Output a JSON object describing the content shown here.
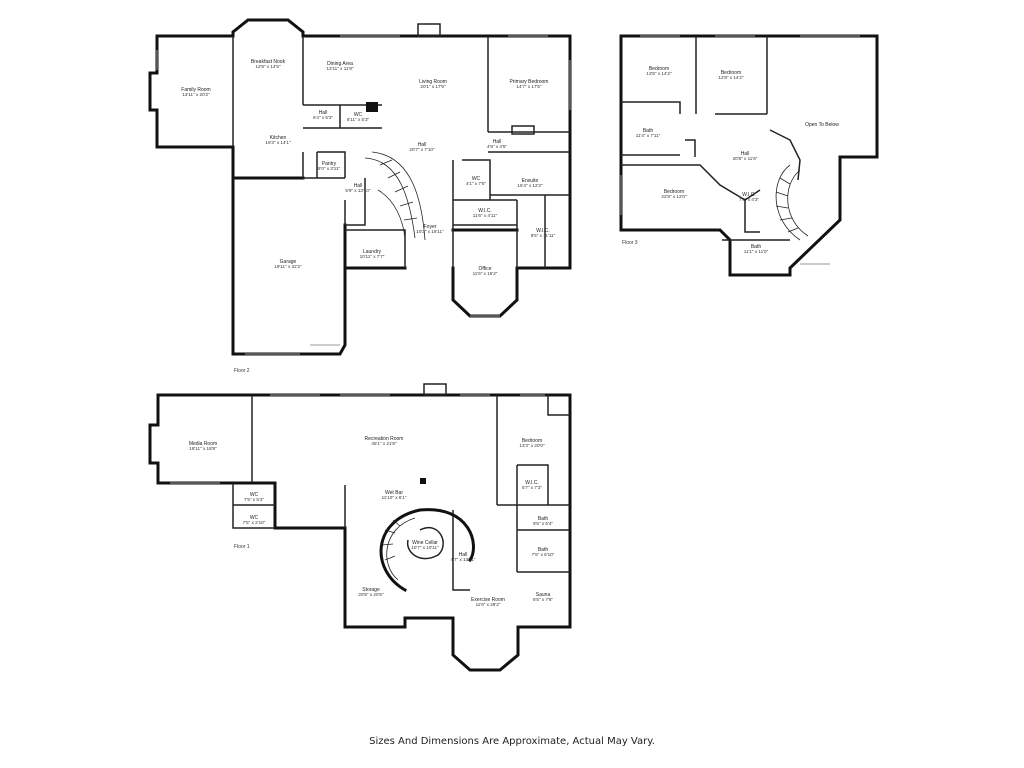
{
  "disclaimer": "Sizes And Dimensions Are Approximate, Actual May Vary.",
  "floors": {
    "floor2": {
      "label": "Floor 2",
      "rooms": {
        "family_room": {
          "name": "Family Room",
          "dims": "13'11\" x 20'2\""
        },
        "breakfast_nook": {
          "name": "Breakfast Nook",
          "dims": "12'8\" x 14'5\""
        },
        "dining_area": {
          "name": "Dining Area",
          "dims": "13'11\" x 11'9\""
        },
        "living_room": {
          "name": "Living Room",
          "dims": "20'1\" x 17'9\""
        },
        "primary_bedroom": {
          "name": "Primary Bedroom",
          "dims": "14'7\" x 17'5\""
        },
        "hall_a": {
          "name": "Hall",
          "dims": "6'4\" x 5'3\""
        },
        "wc_a": {
          "name": "WC",
          "dims": "6'11\" x 5'3\""
        },
        "kitchen": {
          "name": "Kitchen",
          "dims": "19'3\" x 14'1\""
        },
        "hall_b": {
          "name": "Hall",
          "dims": "20'7\" x 7'10\""
        },
        "hall_c": {
          "name": "Hall",
          "dims": "4'8\" x 4'5\""
        },
        "pantry": {
          "name": "Pantry",
          "dims": "5'0\" x 3'11\""
        },
        "wc_b": {
          "name": "WC",
          "dims": "4'1\" x 7'6\""
        },
        "ensuite": {
          "name": "Ensuite",
          "dims": "15'4\" x 12'3\""
        },
        "hall_d": {
          "name": "Hall",
          "dims": "5'9\" x 13'10\""
        },
        "wic_a": {
          "name": "W.I.C.",
          "dims": "11'6\" x 4'11\""
        },
        "foyer": {
          "name": "Foyer",
          "dims": "10'2\" x 16'11\""
        },
        "wic_b": {
          "name": "W.I.C.",
          "dims": "9'5\" x 11'11\""
        },
        "laundry": {
          "name": "Laundry",
          "dims": "10'11\" x 7'7\""
        },
        "garage": {
          "name": "Garage",
          "dims": "19'11\" x 32'2\""
        },
        "office": {
          "name": "Office",
          "dims": "11'6\" x 16'2\""
        }
      }
    },
    "floor3": {
      "label": "Floor 3",
      "rooms": {
        "bedroom_a": {
          "name": "Bedroom",
          "dims": "13'6\" x 14'2\""
        },
        "bedroom_b": {
          "name": "Bedroom",
          "dims": "12'8\" x 14'2\""
        },
        "open_to_below": {
          "name": "Open To Below",
          "dims": ""
        },
        "bath_a": {
          "name": "Bath",
          "dims": "11'4\" x 7'11\""
        },
        "hall": {
          "name": "Hall",
          "dims": "20'8\" x 11'6\""
        },
        "bedroom_c": {
          "name": "Bedroom",
          "dims": "22'8\" x 12'0\""
        },
        "wic": {
          "name": "W.I.C.",
          "dims": "7'0\" x 4'3\""
        },
        "bath_b": {
          "name": "Bath",
          "dims": "11'1\" x 11'0\""
        }
      }
    },
    "floor1": {
      "label": "Floor 1",
      "rooms": {
        "media_room": {
          "name": "Media Room",
          "dims": "18'11\" x 18'8\""
        },
        "recreation_room": {
          "name": "Recreation Room",
          "dims": "45'1\" x 21'8\""
        },
        "bedroom": {
          "name": "Bedroom",
          "dims": "13'3\" x 20'0\""
        },
        "wc_a": {
          "name": "WC",
          "dims": "7'5\" x 5'3\""
        },
        "wet_bar": {
          "name": "Wet Bar",
          "dims": "11'10\" x 6'1\""
        },
        "wic": {
          "name": "W.I.C.",
          "dims": "5'7\" x 7'3\""
        },
        "wc_b": {
          "name": "WC",
          "dims": "7'5\" x 2'10\""
        },
        "bath_a": {
          "name": "Bath",
          "dims": "9'5\" x 5'4\""
        },
        "wine_cellar": {
          "name": "Wine Cellar",
          "dims": "10'7\" x 10'11\""
        },
        "hall": {
          "name": "Hall",
          "dims": "4'7\" x 13'11\""
        },
        "bath_b": {
          "name": "Bath",
          "dims": "7'5\" x 6'10\""
        },
        "storage": {
          "name": "Storage",
          "dims": "20'8\" x 20'5\""
        },
        "exercise_room": {
          "name": "Exercise Room",
          "dims": "11'6\" x 29'2\""
        },
        "sauna": {
          "name": "Sauna",
          "dims": "6'5\" x 7'8\""
        }
      }
    }
  }
}
